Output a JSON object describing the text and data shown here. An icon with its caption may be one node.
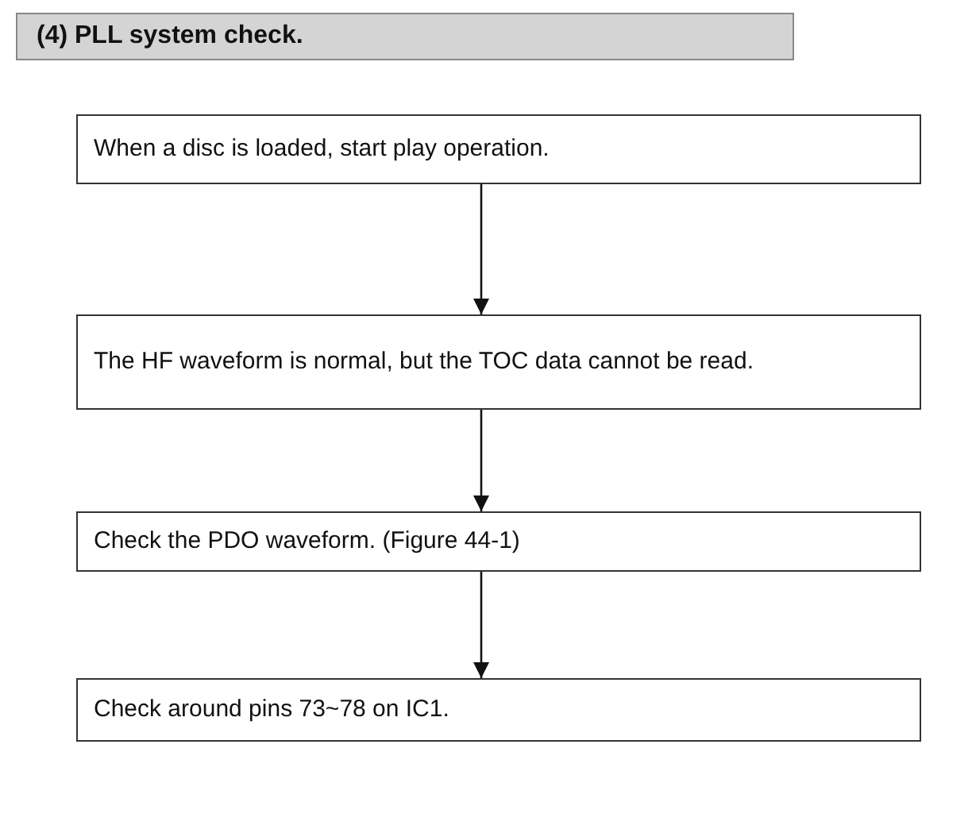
{
  "diagram": {
    "title": "(4) PLL system check.",
    "nodes": [
      {
        "text": [
          "When a disc is loaded, start play operation."
        ]
      },
      {
        "text": [
          "The HF waveform is normal, but the TOC data cannot be read."
        ]
      },
      {
        "text": [
          "Check the PDO waveform. (Figure 44-1)"
        ]
      },
      {
        "text": [
          "Check around pins 73~78 on IC1."
        ]
      }
    ],
    "edges": [
      {
        "from": 0,
        "to": 1,
        "arrow": "to"
      },
      {
        "from": 1,
        "to": 2,
        "arrow": "to"
      },
      {
        "from": 2,
        "to": 3,
        "arrow": "to"
      }
    ]
  }
}
